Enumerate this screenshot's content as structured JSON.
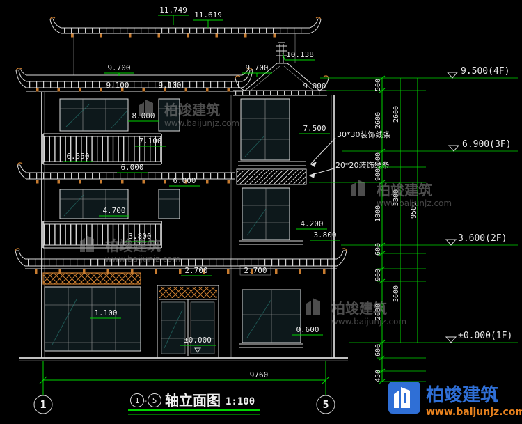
{
  "top": {
    "d1": "11.749",
    "d2": "11.619"
  },
  "roof": {
    "peak": "10.138",
    "left_eave": "9.700",
    "left_soffit_a": "9.100",
    "left_soffit_b": "9.100",
    "right_eave": "9.700",
    "right_soffit": "9.000"
  },
  "floor3": {
    "window_head": "8.000",
    "right_window_sill": "7.500",
    "balcony_rail": "7.100",
    "balcony_base": "6.550"
  },
  "floor2": {
    "eave_a": "6.000",
    "eave_b": "6.000",
    "window_head": "4.700",
    "right_window_sill": "4.200",
    "balcony_rail_left": "3.800",
    "balcony_rail_right": "3.800"
  },
  "floor1": {
    "awning_left": "2.700",
    "awning_right": "2.700",
    "window_sill_left": "1.100",
    "window_sill_right": "0.600",
    "ground_level": "±0.000"
  },
  "bottom": {
    "overall_width": "9760"
  },
  "right_dims": {
    "col1": [
      "500",
      "2600",
      "600",
      "900",
      "1800",
      "600",
      "900",
      "2600",
      "600",
      "450"
    ],
    "col2": [
      "2600",
      "3300",
      "3600"
    ],
    "total": "9500",
    "elevations": [
      "9.500(4F)",
      "6.900(3F)",
      "3.600(2F)",
      "±0.000(1F)"
    ]
  },
  "annotations": {
    "trim30": "30*30装饰线条",
    "trim20": "20*20装饰线条"
  },
  "watermark": {
    "name": "柏竣建筑",
    "url": "www.baijunjz.com"
  },
  "title_bar": {
    "axis_start": "1",
    "dash": "-",
    "axis_end": "5",
    "name": "轴立面图",
    "scale": "1:100"
  },
  "axis_bubbles": {
    "left": "1",
    "right": "5"
  },
  "colors": {
    "background": "#000000",
    "line_white": "#dcdcdc",
    "dimension_green": "#00d400",
    "eave_orange": "#c87c30",
    "logo_blue": "#2f6fd6",
    "logo_orange": "#e8821e"
  }
}
